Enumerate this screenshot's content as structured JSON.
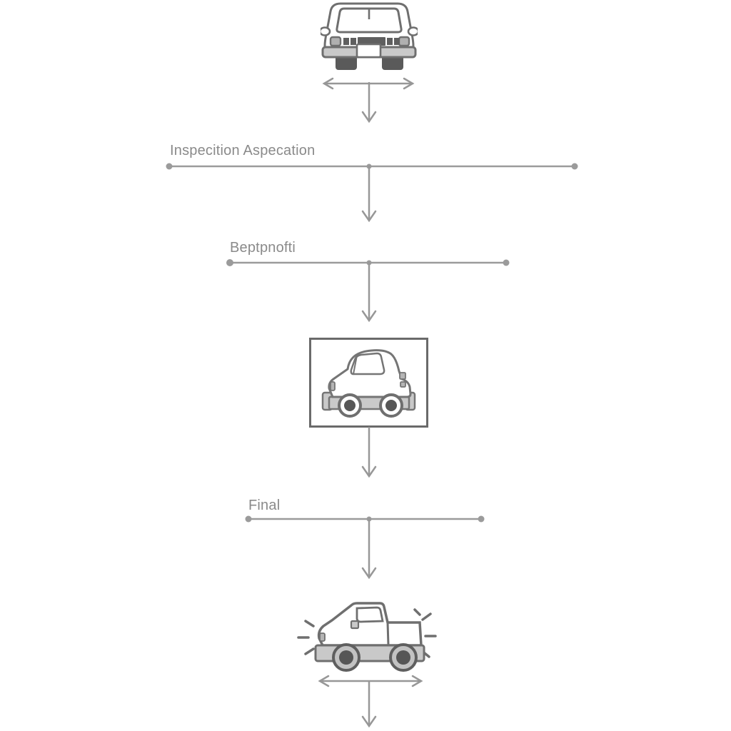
{
  "flow": {
    "steps": [
      {
        "id": "step-1",
        "label": "Inspecition Aspecation"
      },
      {
        "id": "step-2",
        "label": "Beptpnofti"
      },
      {
        "id": "step-3",
        "label": "Final"
      }
    ],
    "nodes": [
      {
        "icon": "car-front-icon"
      },
      {
        "icon": "car-side-boxed-icon"
      },
      {
        "icon": "pickup-truck-shine-icon"
      }
    ],
    "colors": {
      "line": "#9b9b9b",
      "text": "#8a8a8a",
      "car_outline": "#6f6f6f",
      "dark_fill": "#5f5f5f",
      "light_fill": "#c9c9c9",
      "box_border": "#6a6a6a"
    }
  }
}
